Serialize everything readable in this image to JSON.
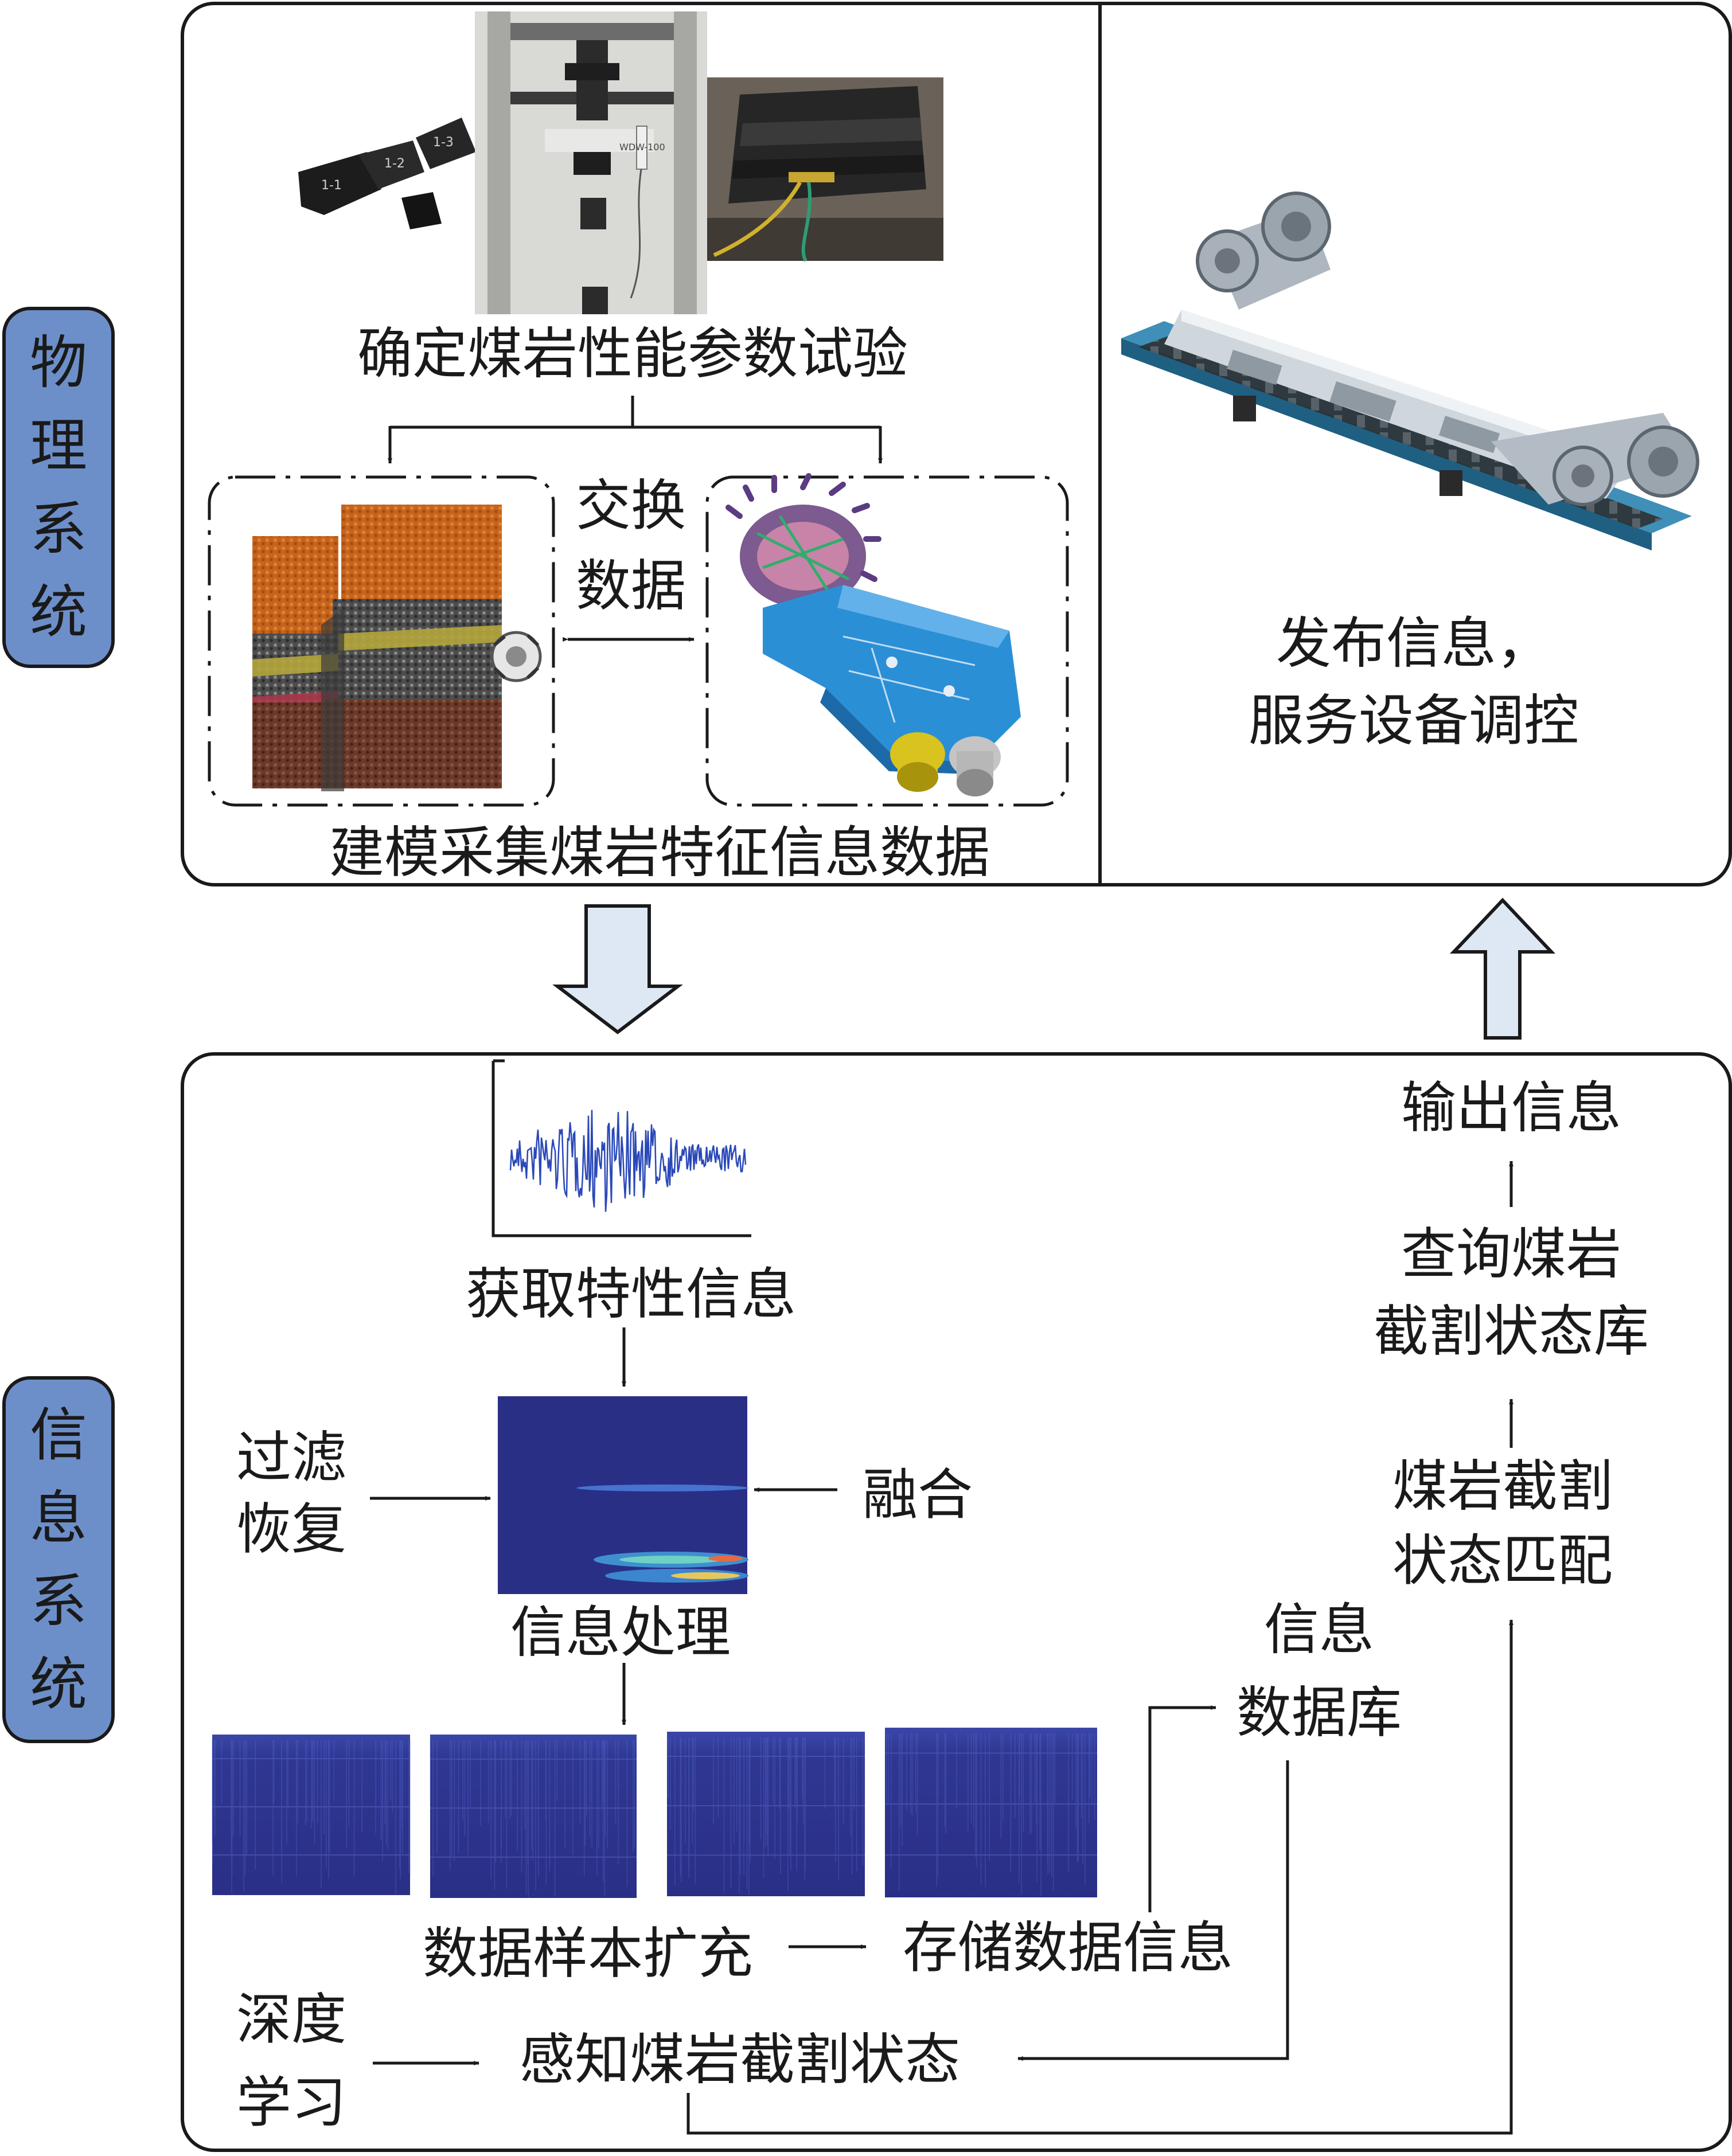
{
  "sides": {
    "physical": [
      "物",
      "理",
      "系",
      "统"
    ],
    "information": [
      "信",
      "息",
      "系",
      "统"
    ]
  },
  "physical": {
    "experiment_title": "确定煤岩性能参数试验",
    "machine_tag": "WDW-100",
    "sample_tags": [
      "1-1",
      "1-2",
      "1-3"
    ],
    "exchange_line1": "交换",
    "exchange_line2": "数据",
    "modeling_caption": "建模采集煤岩特征信息数据",
    "publish_line1": "发布信息，",
    "publish_line2": "服务设备调控"
  },
  "information": {
    "acquire": "获取特性信息",
    "filter_line1": "过滤",
    "filter_line2": "恢复",
    "fusion": "融合",
    "processing": "信息处理",
    "augment": "数据样本扩充",
    "store": "存储数据信息",
    "db_line1": "信息",
    "db_line2": "数据库",
    "deep_line1": "深度",
    "deep_line2": "学习",
    "perceive": "感知煤岩截割状态",
    "match_line1": "煤岩截割",
    "match_line2": "状态匹配",
    "query_line1": "查询煤岩",
    "query_line2": "截割状态库",
    "output": "输出信息"
  },
  "colors": {
    "pill": "#6d8fc9",
    "big_arrow": "#dde8f4",
    "coal_orange": "#c7631c",
    "machine_blue": "#2b8fd6",
    "spectrogram": "#2b2f86",
    "signal": "#2a48b8"
  }
}
